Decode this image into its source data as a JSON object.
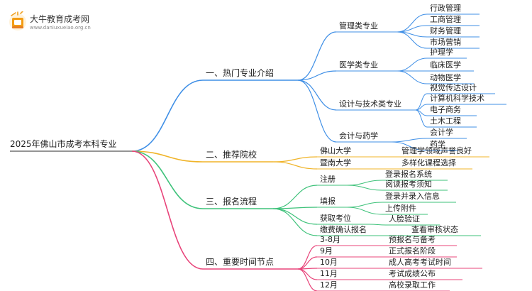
{
  "logo": {
    "name": "大牛教育成考网",
    "url": "www.daniuxueiao.org.cn"
  },
  "root": "2025年佛山市成考本科专业",
  "colors": {
    "blue": "#3f8fe6",
    "orange": "#f0b429",
    "green": "#3ec27a",
    "pink": "#e8447a"
  },
  "branches": [
    {
      "label": "一、热门专业介绍",
      "color": "blue",
      "children": [
        {
          "label": "管理类专业",
          "children": [
            "行政管理",
            "工商管理",
            "财务管理",
            "市场营销"
          ]
        },
        {
          "label": "医学类专业",
          "children": [
            "护理学",
            "临床医学",
            "动物医学"
          ]
        },
        {
          "label": "设计与技术类专业",
          "children": [
            "视觉传达设计",
            "计算机科学技术",
            "电子商务",
            "土木工程"
          ]
        },
        {
          "label": "会计与药学",
          "children": [
            "会计学",
            "药学"
          ]
        }
      ]
    },
    {
      "label": "二、推荐院校",
      "color": "orange",
      "children": [
        {
          "label": "佛山大学",
          "children": [
            "管理学领域声誉良好"
          ]
        },
        {
          "label": "暨南大学",
          "children": [
            "多样化课程选择"
          ]
        }
      ]
    },
    {
      "label": "三、报名流程",
      "color": "green",
      "children": [
        {
          "label": "注册",
          "children": [
            "登录报名系统",
            "阅读报考须知"
          ]
        },
        {
          "label": "填报",
          "children": [
            "登录并录入信息",
            "上传附件"
          ]
        },
        {
          "label": "获取考位",
          "children": [
            "人脸验证"
          ]
        },
        {
          "label": "缴费确认报名",
          "children": [
            "查看审核状态"
          ]
        }
      ]
    },
    {
      "label": "四、重要时间节点",
      "color": "pink",
      "children": [
        {
          "label": "3-8月",
          "children": [
            "预报名与备考"
          ]
        },
        {
          "label": "9月",
          "children": [
            "正式报名阶段"
          ]
        },
        {
          "label": "10月",
          "children": [
            "成人高考考试时间"
          ]
        },
        {
          "label": "11月",
          "children": [
            "考试成绩公布"
          ]
        },
        {
          "label": "12月",
          "children": [
            "高校录取工作"
          ]
        }
      ]
    }
  ]
}
